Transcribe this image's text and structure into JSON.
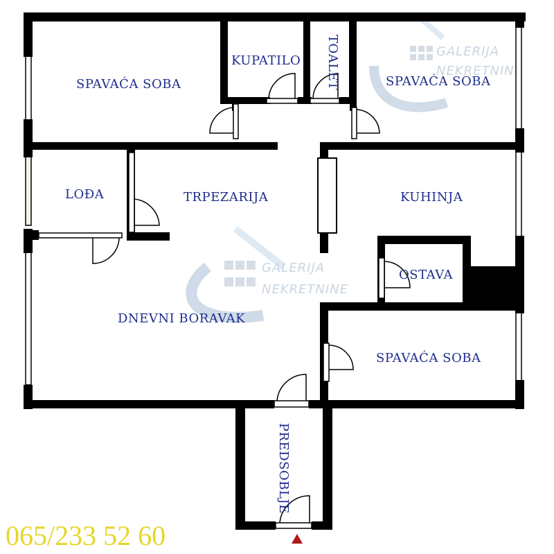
{
  "rooms": {
    "bedroom_top_left": "SPAVAĆA SOBA",
    "bathroom": "KUPATILO",
    "toilet": "TOALET",
    "bedroom_top_right": "SPAVAĆA SOBA",
    "loggia": "LOĐA",
    "dining": "TRPEZARIJA",
    "kitchen": "KUHINJA",
    "pantry": "OSTAVA",
    "living": "DNEVNI BORAVAK",
    "bedroom_bottom_right": "SPAVAĆA SOBA",
    "hallway": "PREDSOBLJE"
  },
  "watermark": {
    "line1": "GALERIJA",
    "line2": "NEKRETNINE"
  },
  "phone": "065/233 52 60",
  "colors": {
    "wall": "#000000",
    "label": "#1f2d8c",
    "watermark": "#9fb3c8",
    "phone": "#e6d62a",
    "entrance_marker": "#b01818"
  }
}
